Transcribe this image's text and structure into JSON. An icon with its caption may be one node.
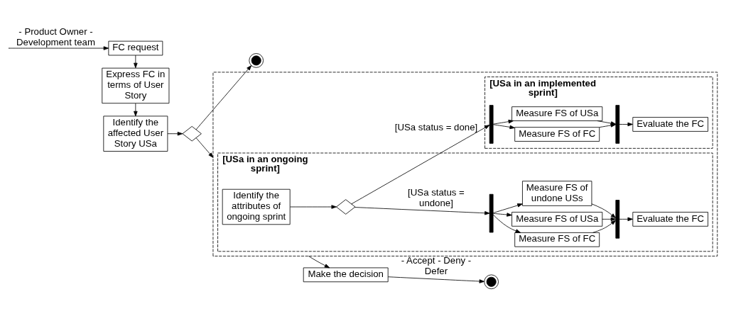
{
  "diagram": {
    "nodes": [
      {
        "text": [
          "FC request"
        ]
      },
      {
        "text": [
          "Express FC in terms of User Story"
        ]
      },
      {
        "text": [
          "Identify the affected User Story USa"
        ]
      },
      {
        "text": [],
        "shape": "diamond"
      },
      {
        "text": [],
        "shape": "circle"
      },
      {
        "text": [],
        "shape": "box"
      },
      {
        "text": [
          "[USa in an ongoing sprint]"
        ],
        "in": 5
      },
      {
        "text": [
          "[USa in an implemented sprint]"
        ],
        "in": 5
      },
      {
        "text": [
          "Identify the attributes of ongoing sprint"
        ],
        "in": 6
      },
      {
        "text": [],
        "shape": "diamond",
        "in": 6
      },
      {
        "text": [],
        "shape": "bar",
        "in": 6
      },
      {
        "text": [
          "Measure FS of FC"
        ],
        "in": 6
      },
      {
        "text": [
          "Measure FS of USa"
        ],
        "in": 6
      },
      {
        "text": [
          "Measure FS of undone USs"
        ],
        "in": 6
      },
      {
        "text": [],
        "shape": "bar",
        "in": 6
      },
      {
        "text": [
          "Evaluate the FC"
        ],
        "in": 6
      },
      {
        "text": [],
        "shape": "bar",
        "in": 7
      },
      {
        "text": [
          "Measure FS of FC"
        ],
        "in": 7
      },
      {
        "text": [
          "Measure FS of USa"
        ],
        "in": 7
      },
      {
        "text": [],
        "shape": "bar",
        "in": 7
      },
      {
        "text": [
          "Evaluate the FC"
        ],
        "in": 7
      },
      {
        "text": [
          "Make the decision"
        ]
      },
      {
        "text": [],
        "shape": "circle"
      }
    ],
    "edges": [
      {
        "from": null,
        "to": 0,
        "arrow": "to",
        "label": "- Product Owner - Development team"
      },
      {
        "from": 0,
        "to": 1,
        "arrow": "to"
      },
      {
        "from": 1,
        "to": 2,
        "arrow": "to"
      },
      {
        "from": 2,
        "to": 3,
        "arrow": "to"
      },
      {
        "from": 3,
        "to": 5,
        "arrow": "to"
      },
      {
        "from": 3,
        "to": 4,
        "arrow": "to"
      },
      {
        "from": 8,
        "to": 9,
        "arrow": "to"
      },
      {
        "from": 9,
        "to": 10,
        "arrow": "to",
        "label": "[USa status = undone]"
      },
      {
        "from": 10,
        "to": 11,
        "arrow": "to"
      },
      {
        "from": 10,
        "to": 12,
        "arrow": "to"
      },
      {
        "from": 10,
        "to": 13,
        "arrow": "to"
      },
      {
        "from": 11,
        "to": 14,
        "arrow": "to"
      },
      {
        "from": 12,
        "to": 14,
        "arrow": "to"
      },
      {
        "from": 13,
        "to": 14,
        "arrow": "to"
      },
      {
        "from": 14,
        "to": 15,
        "arrow": "to"
      },
      {
        "from": 9,
        "to": 16,
        "arrow": "to",
        "label": "[USa status = done]"
      },
      {
        "from": 16,
        "to": 17,
        "arrow": "to"
      },
      {
        "from": 16,
        "to": 18,
        "arrow": "to"
      },
      {
        "from": 17,
        "to": 19,
        "arrow": "to"
      },
      {
        "from": 18,
        "to": 19,
        "arrow": "to"
      },
      {
        "from": 19,
        "to": 20,
        "arrow": "to"
      },
      {
        "from": 5,
        "to": 21,
        "arrow": "to"
      },
      {
        "from": 21,
        "to": 22,
        "arrow": "to",
        "label": "- Accept - Deny - Defer"
      }
    ]
  }
}
